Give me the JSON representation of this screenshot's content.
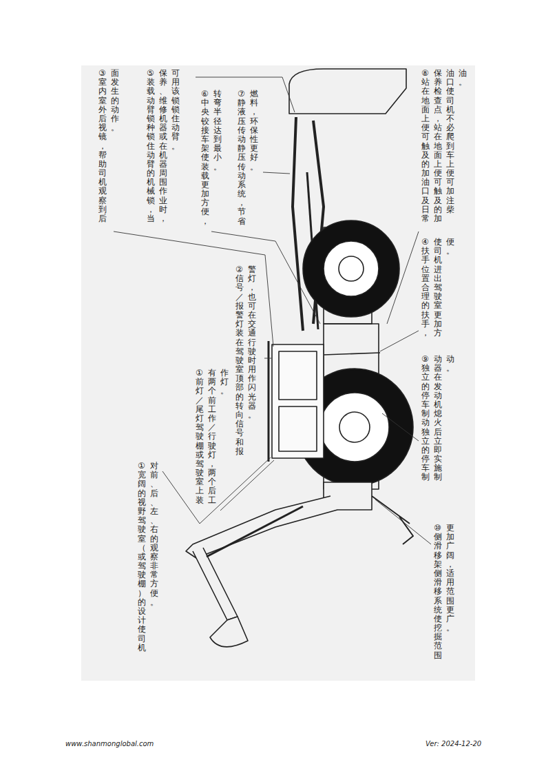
{
  "diagram": {
    "labels": [
      "① 宽阔的视野 驾驶室（或驾驶棚）的设计使司机对前、后、左、右的观察非常方便。",
      "① 前灯／尾灯 驾驶棚或驾驶室上装有两个前工作／行驶灯，两个后工作灯。",
      "② 信号／报警灯 装在驾驶室顶部的转向信号和报警灯，也可在交通行驶时用作闪光器。",
      "③ 室内室外后视镜，帮助司机观察到后面发生的动作。",
      "⑤ 装载动臂锁 种锁住动臂的机械锁，当保养、维修机器或在机器周围作业时，可用该锁锁住动臂。",
      "⑥ 中央铰接车架 使装载更加方便，转弯半径达到最小。",
      "⑦ 静液压传动 静压传动系统，节省燃料，环保性更好。",
      "⑧ 站在地面上便可触及的加油口及日常保养检查点，站在地面上便可触及的加油口使司机不必爬到车上便可加注柴油。",
      "④ 扶手 位置合理的扶手，使司机进出驾驶室更加方便。",
      "⑨ 独立的停车制动 独立的停车制动器在发动机熄火后立即实施制动。",
      "⑩ 侧滑移架 侧滑移系统使挖掘范围更加广阔，适用范围更广。",
      "www.shanmonglobal.com",
      "Ver: 2024-12-20"
    ]
  }
}
